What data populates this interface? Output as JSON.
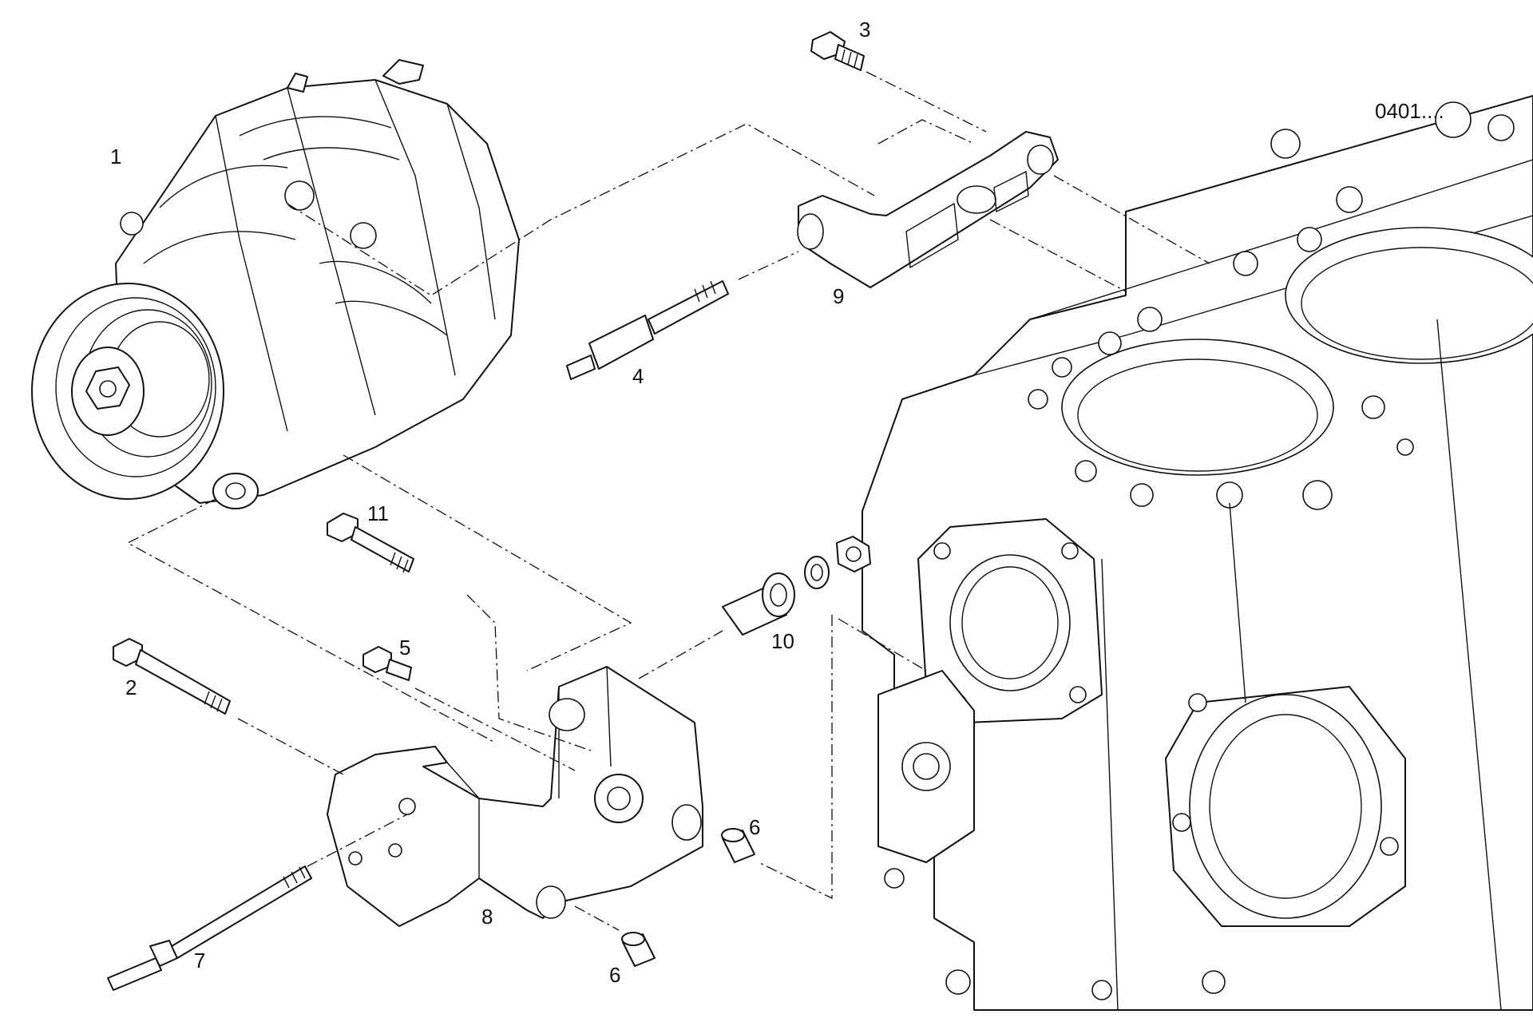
{
  "drawing": {
    "reference_code": "0401....",
    "callouts": [
      {
        "id": "1"
      },
      {
        "id": "2"
      },
      {
        "id": "3"
      },
      {
        "id": "4"
      },
      {
        "id": "5"
      },
      {
        "id": "6a",
        "text": "6"
      },
      {
        "id": "6b",
        "text": "6"
      },
      {
        "id": "7"
      },
      {
        "id": "8"
      },
      {
        "id": "9"
      },
      {
        "id": "10"
      },
      {
        "id": "11"
      }
    ]
  }
}
